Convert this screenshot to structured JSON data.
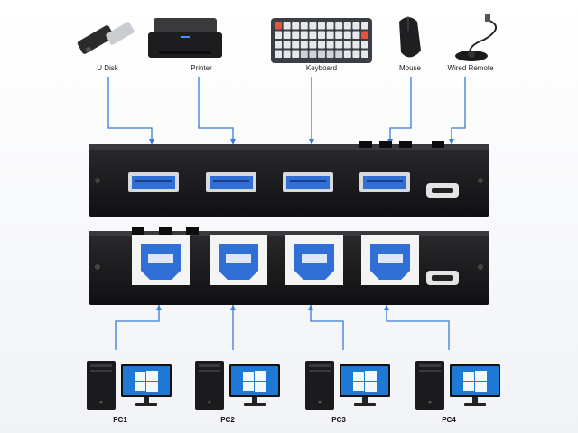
{
  "devices": [
    {
      "label": "U Disk",
      "icon": "usb-flash-drive-icon"
    },
    {
      "label": "Printer",
      "icon": "printer-icon"
    },
    {
      "label": "Keyboard",
      "icon": "keyboard-icon"
    },
    {
      "label": "Mouse",
      "icon": "mouse-icon"
    },
    {
      "label": "Wired Remote",
      "icon": "wired-remote-icon"
    }
  ],
  "pcs": [
    {
      "label": "PC1"
    },
    {
      "label": "PC2"
    },
    {
      "label": "PC3"
    },
    {
      "label": "PC4"
    }
  ],
  "colors": {
    "connector_line": "#3a7bd5",
    "switch_body": "#1c1c1e",
    "usb_blue": "#2f6fd6"
  }
}
